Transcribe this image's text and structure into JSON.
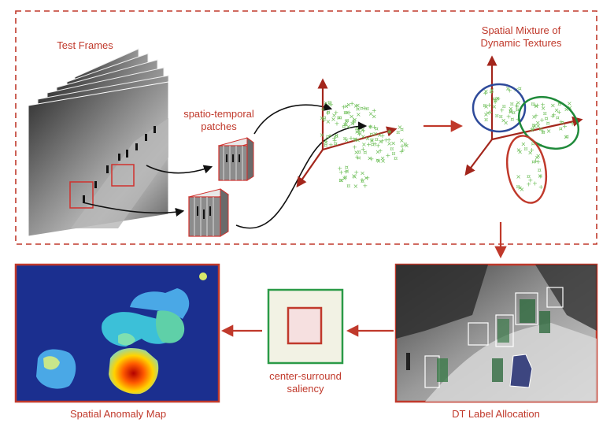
{
  "labels": {
    "test_frames": "Test Frames",
    "patches_line1": "spatio-temporal",
    "patches_line2": "patches",
    "mixture_line1": "Spatial Mixture of",
    "mixture_line2": "Dynamic Textures",
    "saliency_line1": "center-surround",
    "saliency_line2": "saliency",
    "anomaly_map": "Spatial Anomaly Map",
    "label_allocation": "DT Label Allocation"
  },
  "colors": {
    "accent_red": "#c0392b",
    "cluster_blue": "#2e4a9a",
    "cluster_green": "#1f8a3a",
    "cluster_red": "#c0392b",
    "scatter_green": "#6fbf5a",
    "heatmap_background": "#1b2f8f"
  },
  "icons": {
    "flow_arrow": "arrow-right",
    "axes": "3d-axes"
  }
}
